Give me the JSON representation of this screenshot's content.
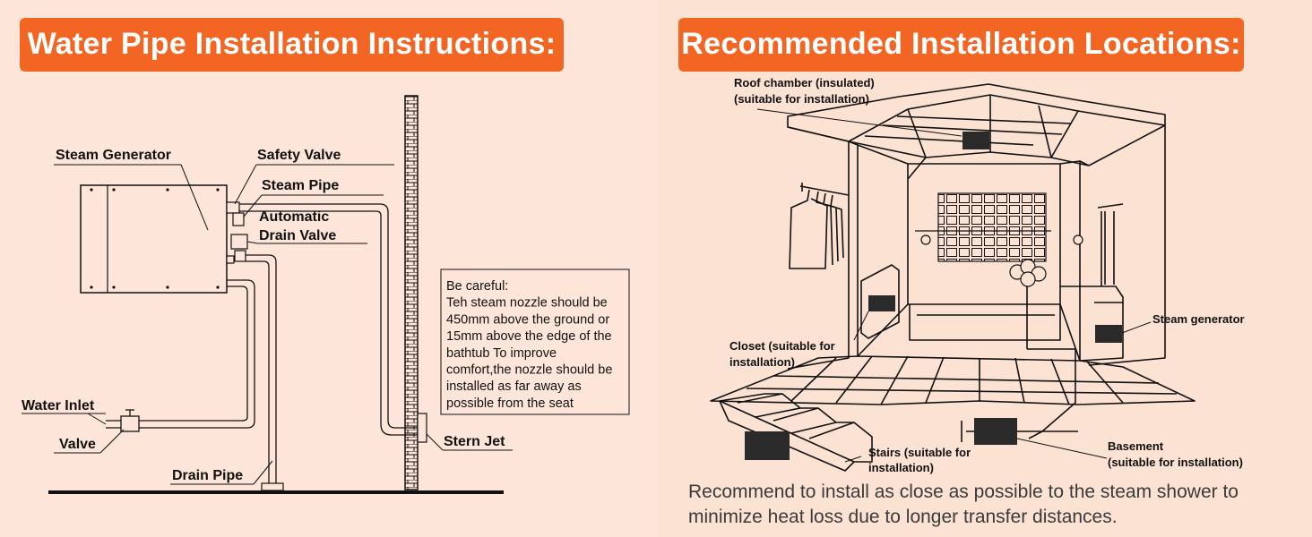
{
  "left": {
    "title": "Water Pipe Installation Instructions:",
    "labels": {
      "steam_generator": "Steam Generator",
      "safety_valve": "Safety Valve",
      "steam_pipe": "Steam Pipe",
      "automatic_1": "Automatic",
      "automatic_2": "Drain Valve",
      "water_inlet": "Water Inlet",
      "valve": "Valve",
      "drain_pipe": "Drain Pipe",
      "stern_jet": "Stern Jet"
    },
    "note_lines": [
      "Be careful:",
      "Teh steam nozzle should be",
      "450mm above  the ground or",
      "15mm above the edge of the",
      "bathtub To improve",
      "comfort,the nozzle should be",
      "installed as far away as",
      "possible from the seat"
    ]
  },
  "right": {
    "title": "Recommended Installation Locations:",
    "labels": {
      "roof_1": "Roof chamber (insulated)",
      "roof_2": "(suitable for installation)",
      "closet_1": "Closet (suitable for",
      "closet_2": "installation)",
      "steam_generator": "Steam generator",
      "stairs_1": "Stairs (suitable for",
      "stairs_2": "installation)",
      "basement_1": "Basement",
      "basement_2": "(suitable for installation)"
    },
    "footer": "Recommend to install as close as possible to the steam shower to minimize heat loss due to longer transfer distances."
  },
  "colors": {
    "accent": "#f26522",
    "line": "#111111",
    "unit": "#222222"
  }
}
